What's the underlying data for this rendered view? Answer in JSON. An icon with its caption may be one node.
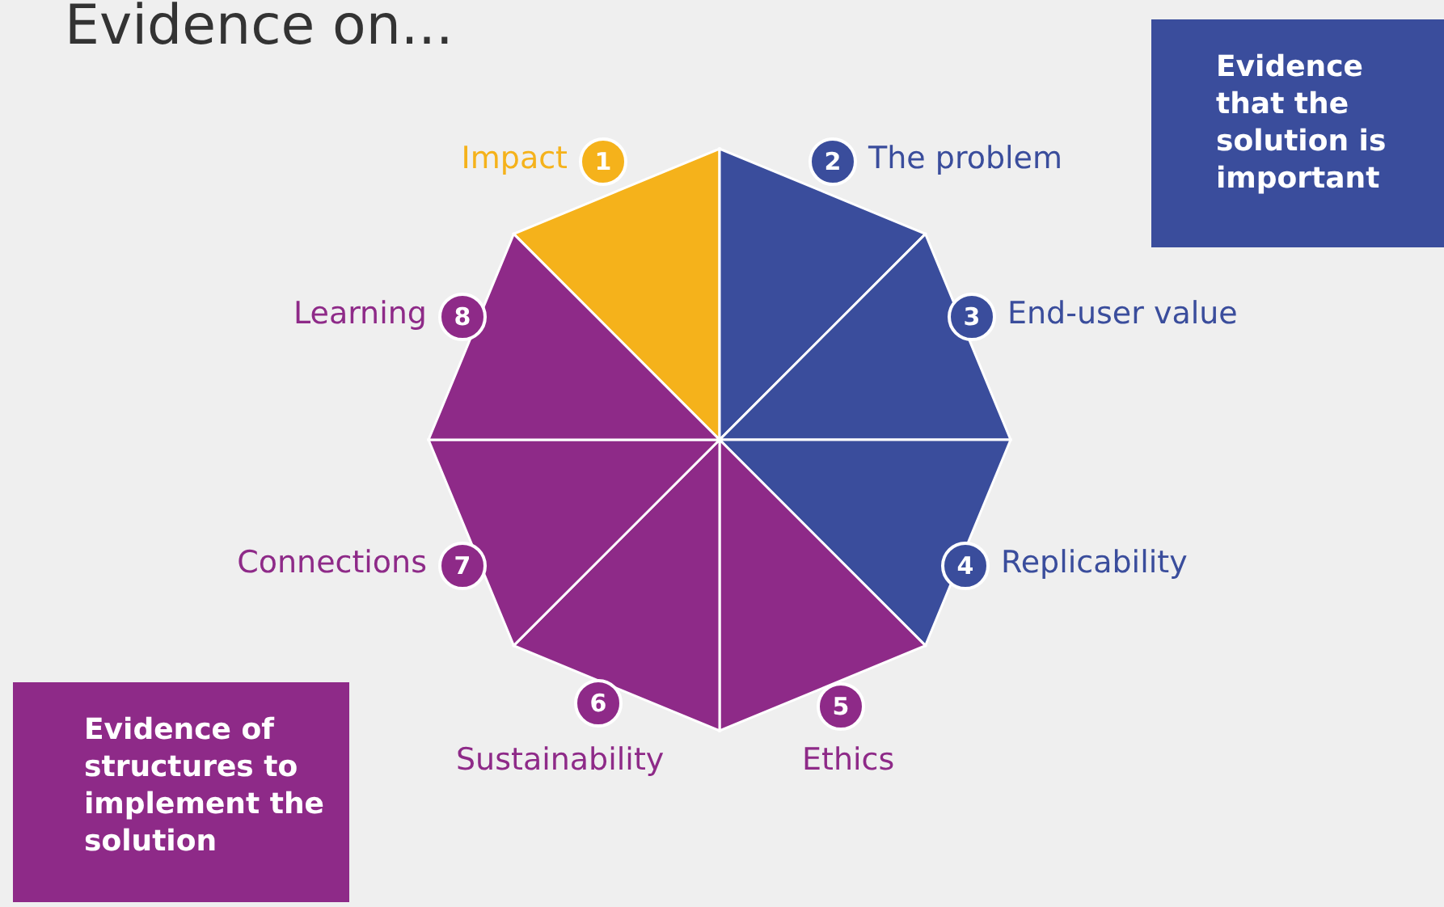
{
  "diagram": {
    "title": "Evidence on...",
    "nodes": [
      {
        "text": [
          "1"
        ],
        "beside": [
          "Impact"
        ]
      },
      {
        "text": [
          "2"
        ],
        "beside": [
          "The problem"
        ]
      },
      {
        "text": [
          "3"
        ],
        "beside": [
          "End-user value"
        ]
      },
      {
        "text": [
          "4"
        ],
        "beside": [
          "Replicability"
        ]
      },
      {
        "text": [
          "5"
        ],
        "beside": [
          "Ethics"
        ]
      },
      {
        "text": [
          "6"
        ],
        "beside": [
          "Sustainability"
        ]
      },
      {
        "text": [
          "7"
        ],
        "beside": [
          "Connections"
        ]
      },
      {
        "text": [
          "8"
        ],
        "beside": [
          "Learning"
        ]
      },
      {
        "text": [
          "Evidence that the solution is important"
        ]
      },
      {
        "text": [
          "Evidence of structures to implement the solution"
        ]
      }
    ],
    "edges": []
  }
}
